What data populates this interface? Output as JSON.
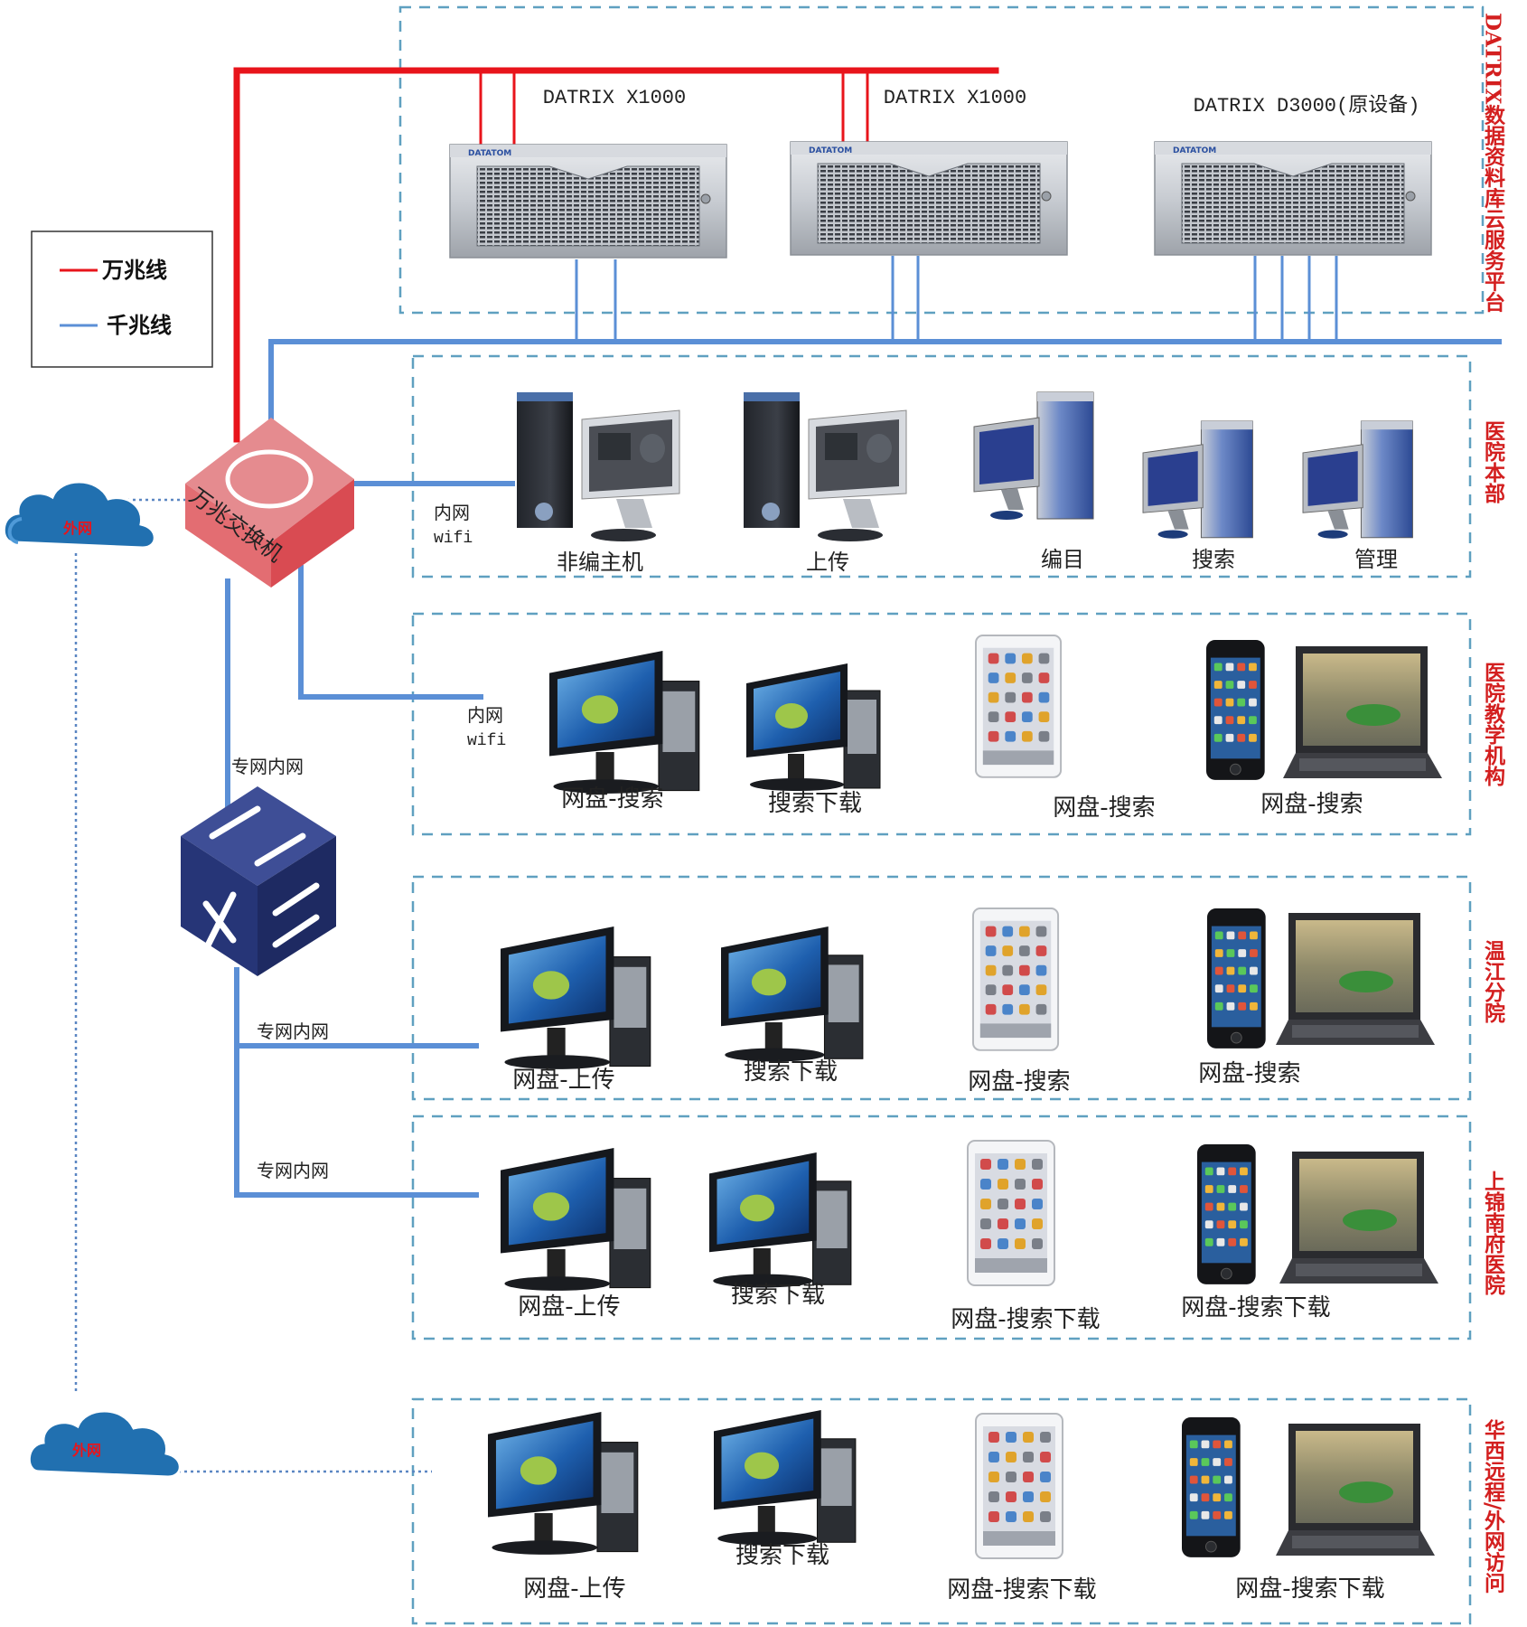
{
  "legend": {
    "red_label": "万兆线",
    "blue_label": "千兆线"
  },
  "colors": {
    "ten_gig": "#e8141b",
    "gig": "#5b8fd6",
    "dashed_border": "#5fa0c0",
    "side_title": "#d31f1f",
    "cloud": "#1e6fae"
  },
  "servers": [
    {
      "label": "DATRIX X1000",
      "icon": "rack-server-icon"
    },
    {
      "label": "DATRIX X1000",
      "icon": "rack-server-icon"
    },
    {
      "label": "DATRIX D3000(原设备)",
      "icon": "rack-server-icon"
    }
  ],
  "server_brand": "DATATOM",
  "section_titles": {
    "cloud_platform": "DATRIX数据资料库云服务平台",
    "hospital_main": "医院本部",
    "teaching": "医院教学机构",
    "wenjiang": "温江分院",
    "shangjin": "上锦南府医院",
    "huaxi_remote": "华西远程/外网访问"
  },
  "core_switch_label": "万兆交换机",
  "clouds": [
    "外网",
    "外网"
  ],
  "link_labels": {
    "intranet_wifi_1": [
      "内网",
      "wifi"
    ],
    "intranet_wifi_2": [
      "内网",
      "wifi"
    ],
    "private_net_1": "专网内网",
    "private_net_2": "专网内网",
    "private_net_3": "专网内网"
  },
  "rows": {
    "hospital_main": [
      "非编主机",
      "上传",
      "编目",
      "搜索",
      "管理"
    ],
    "teaching": [
      "网盘-搜索",
      "搜索下载",
      "网盘-搜索",
      "网盘-搜索"
    ],
    "wenjiang": [
      "网盘-上传",
      "搜索下载",
      "网盘-搜索",
      "网盘-搜索"
    ],
    "shangjin": [
      "网盘-上传",
      "搜索下载",
      "网盘-搜索下载",
      "网盘-搜索下载"
    ],
    "huaxi_remote": [
      "网盘-上传",
      "搜索下载",
      "网盘-搜索下载",
      "网盘-搜索下载"
    ]
  }
}
